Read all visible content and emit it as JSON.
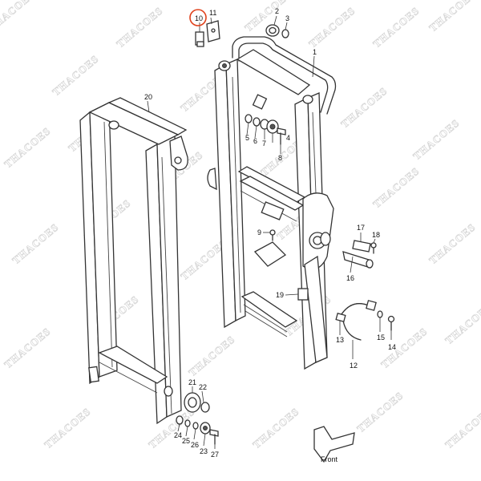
{
  "watermark": "THACOES",
  "highlight_color": "#e0401a",
  "highlighted_part": "10",
  "direction_label": "Front",
  "parts": [
    "1",
    "2",
    "3",
    "4",
    "5",
    "6",
    "7",
    "8",
    "9",
    "10",
    "11",
    "12",
    "13",
    "14",
    "15",
    "16",
    "17",
    "18",
    "19",
    "20",
    "21",
    "22",
    "23",
    "24",
    "25",
    "26",
    "27"
  ]
}
